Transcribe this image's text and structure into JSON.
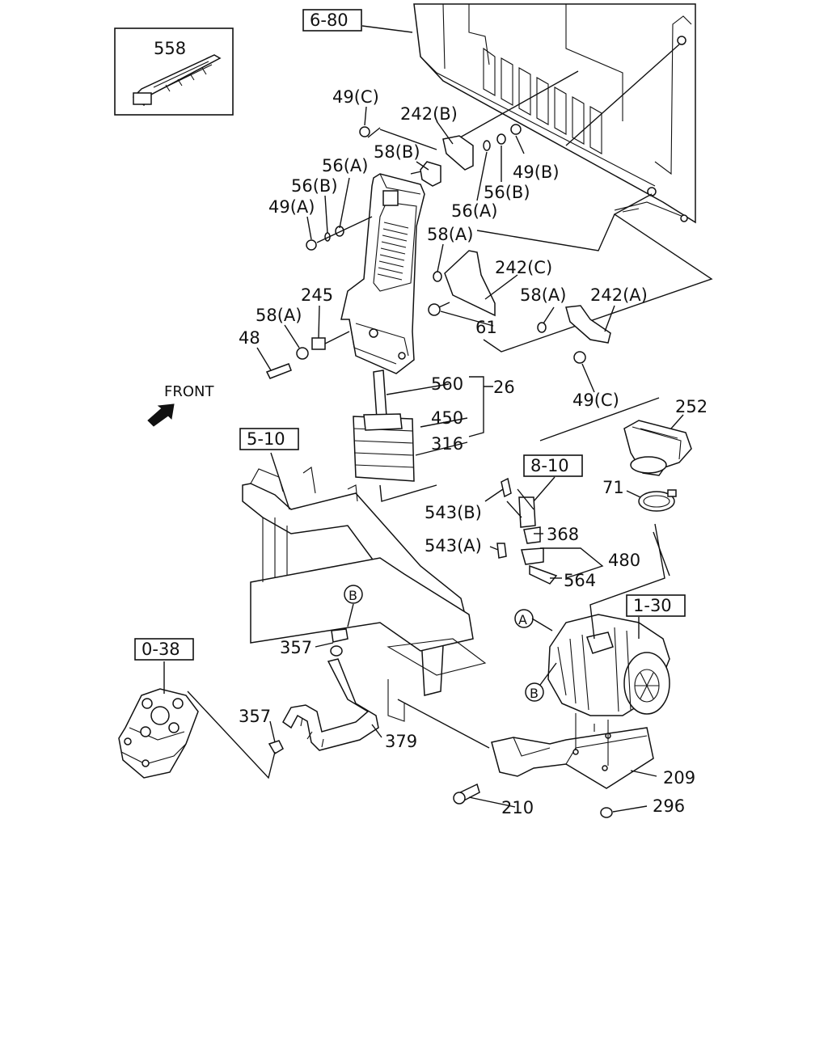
{
  "diagram": {
    "front_label": "FRONT",
    "ref_boxes": [
      "6-80",
      "5-10",
      "8-10",
      "1-30",
      "0-38"
    ],
    "inset_part": "558",
    "circled_markers": [
      "A",
      "B"
    ],
    "callouts": [
      "49(C)",
      "242(B)",
      "58(B)",
      "56(A)",
      "56(B)",
      "49(A)",
      "49(B)",
      "56(B)",
      "56(A)",
      "58(A)",
      "242(C)",
      "245",
      "58(A)",
      "61",
      "58(A)",
      "242(A)",
      "48",
      "560",
      "26",
      "450",
      "316",
      "49(C)",
      "252",
      "8-10",
      "71",
      "543(B)",
      "368",
      "543(A)",
      "480",
      "564",
      "357",
      "357",
      "379",
      "210",
      "209",
      "296"
    ]
  }
}
